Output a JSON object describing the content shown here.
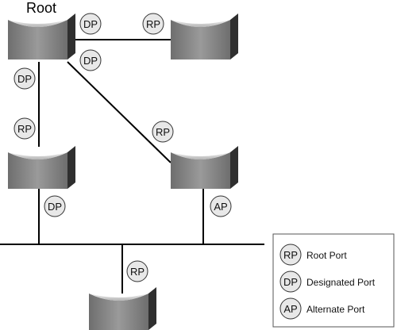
{
  "title": "Root",
  "port_badges": {
    "dp": "DP",
    "rp": "RP",
    "ap": "AP"
  },
  "legend": {
    "items": [
      {
        "abbr": "RP",
        "label": "Root Port"
      },
      {
        "abbr": "DP",
        "label": "Designated Port"
      },
      {
        "abbr": "AP",
        "label": "Alternate Port"
      }
    ]
  },
  "colors": {
    "switch_front": "#7b7b7b",
    "switch_side": "#2f2f2f",
    "switch_highlight": "#e6e6e6",
    "badge_fill": "#e8e8e8",
    "line": "#000000"
  }
}
